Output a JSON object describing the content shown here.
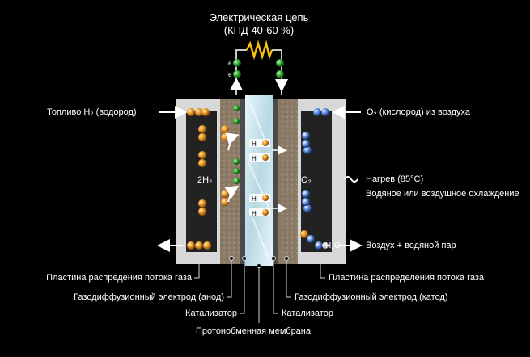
{
  "circuit": {
    "title": "Электрическая цепь",
    "subtitle": "(КПД 40-60 %)"
  },
  "labels": {
    "fuel_in": "Топливо H₂ (водород)",
    "oxygen_in": "O₂ (кислород) из воздуха",
    "heat": "Нагрев (85°C)",
    "cooling": "Водяное или воздушное охлаждение",
    "exhaust": "Воздух + водяной пар",
    "anode_side_gas": "2H₂",
    "cathode_side_gas": "O₂",
    "water": "H₂O",
    "electron": "e"
  },
  "legend": {
    "left": [
      "Пластина распредения потока газа",
      "Газодиффузионный электрод (анод)",
      "Катализатор"
    ],
    "right": [
      "Пластина распределения потока газа",
      "Газодиффузионный электрод (катод)",
      "Катализатор"
    ],
    "bottom": "Протонобменная мембрана"
  },
  "colors": {
    "background": "#000000",
    "plate": "#d8d8d8",
    "electrode": "#8a7a66",
    "catalyst": "#4a4a4a",
    "membrane": "#cfe6ee",
    "hydrogen": "#f0a030",
    "oxygen": "#3a6fd0",
    "electron": "#3aaa3a",
    "resistor": "#f5c010"
  }
}
